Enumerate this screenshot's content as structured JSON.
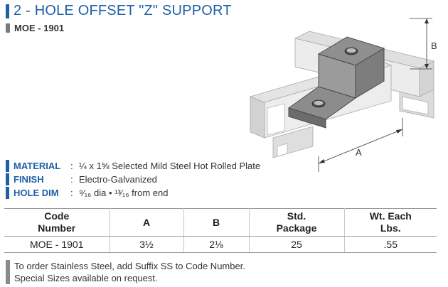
{
  "header": {
    "title": "2 - HOLE OFFSET \"Z\" SUPPORT",
    "subtitle": "MOE - 1901"
  },
  "drawing": {
    "dim_a": "A",
    "dim_b": "B"
  },
  "specs": [
    {
      "label": "MATERIAL",
      "colon": ":",
      "value": "¼ x 1⅝ Selected Mild Steel Hot Rolled Plate"
    },
    {
      "label": "FINISH",
      "colon": ":",
      "value": "Electro-Galvanized"
    },
    {
      "label": "HOLE DIM",
      "colon": ":",
      "value": "⁹⁄₁₆ dia  •  ¹³⁄₁₆ from end"
    }
  ],
  "table": {
    "headers": [
      {
        "l1": "Code",
        "l2": "Number"
      },
      {
        "l1": "A",
        "l2": ""
      },
      {
        "l1": "B",
        "l2": ""
      },
      {
        "l1": "Std.",
        "l2": "Package"
      },
      {
        "l1": "Wt. Each",
        "l2": "Lbs."
      }
    ],
    "row": [
      "MOE - 1901",
      "3½",
      "2⅛",
      "25",
      ".55"
    ]
  },
  "notes": {
    "line1": "To order Stainless Steel, add Suffix SS to Code Number.",
    "line2": "Special Sizes available on request."
  },
  "colors": {
    "accent": "#1f5fa5",
    "gray_bar": "#7a7a7a"
  }
}
